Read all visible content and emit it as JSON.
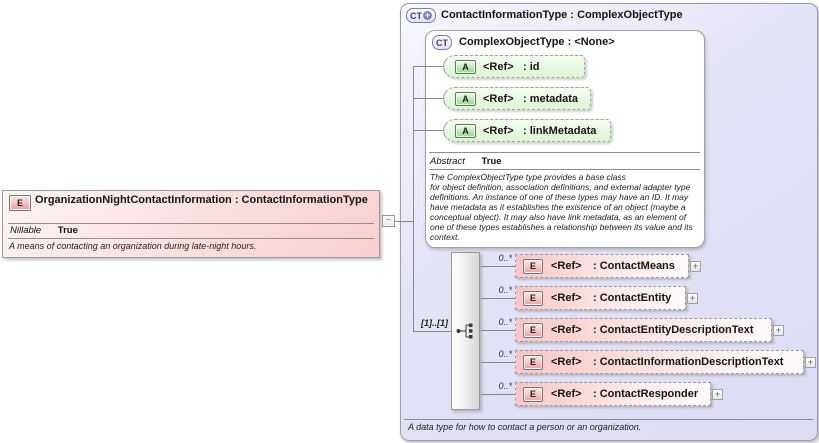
{
  "left_element": {
    "icon_label": "E",
    "name": "OrganizationNightContactInformation",
    "separator": " : ",
    "type": "ContactInformationType",
    "facet_label": "Nillable",
    "facet_value": "True",
    "annotation": "A means of contacting an organization during late-night hours.",
    "collapse_glyph": "−"
  },
  "right_type": {
    "icon_label": "CT",
    "icon_plus": "+",
    "title": "ContactInformationType : ComplexObjectType",
    "annotation": "A data type for how to contact a person or an organization.",
    "base_type": {
      "icon_label": "CT",
      "title": "ComplexObjectType : <None>",
      "attributes": [
        {
          "icon": "A",
          "ref": "<Ref>",
          "name": ": id"
        },
        {
          "icon": "A",
          "ref": "<Ref>",
          "name": ": metadata"
        },
        {
          "icon": "A",
          "ref": "<Ref>",
          "name": ": linkMetadata"
        }
      ],
      "facet_label": "Abstract",
      "facet_value": "True",
      "annotation": "The ComplexObjectType type provides a base class\nfor object definition, association definitions, and external adapter type definitions. An instance of one of these types may have an ID. It may have metadata as it establishes the existence of an object (maybe a conceptual object). It may also have link metadata, as an element of one of these types establishes a relationship between its value and its context."
    },
    "sequence": {
      "cardinality": "[1]..[1]",
      "elements": [
        {
          "occurs": "0..*",
          "icon": "E",
          "ref": "<Ref>",
          "name": ": ContactMeans",
          "expand": "+"
        },
        {
          "occurs": "0..*",
          "icon": "E",
          "ref": "<Ref>",
          "name": ": ContactEntity",
          "expand": "+"
        },
        {
          "occurs": "0..*",
          "icon": "E",
          "ref": "<Ref>",
          "name": ": ContactEntityDescriptionText",
          "expand": "+"
        },
        {
          "occurs": "0..*",
          "icon": "E",
          "ref": "<Ref>",
          "name": ": ContactInformationDescriptionText",
          "expand": "+"
        },
        {
          "occurs": "0..*",
          "icon": "E",
          "ref": "<Ref>",
          "name": ": ContactResponder",
          "expand": "+"
        }
      ]
    }
  },
  "colors": {
    "element_pink": "#f7c6c6",
    "attribute_green": "#dcf4d3",
    "type_lavender": "#e4e4f7",
    "border_gray": "#9a9a9a"
  }
}
